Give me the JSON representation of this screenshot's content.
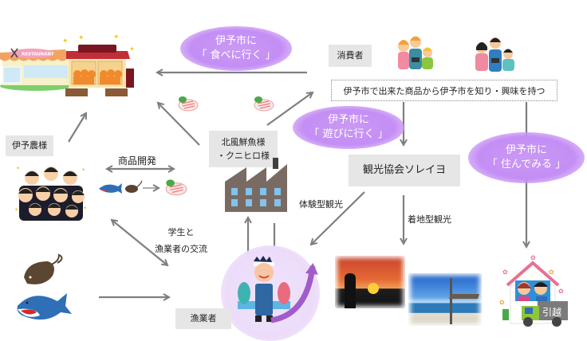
{
  "bubbles": {
    "eat": {
      "line1": "伊予市に",
      "line2": "「 食べに行く 」"
    },
    "play": {
      "line1": "伊予市に",
      "line2": "「 遊びに行く 」"
    },
    "live": {
      "line1": "伊予市に",
      "line2": "「 住んでみる 」"
    }
  },
  "labels": {
    "consumer": "消費者",
    "consumer_interest": "伊予市で出来た商品から伊予市を知り・興味を持つ",
    "iyo_agri": "伊予農様",
    "product_dev": "商品開発",
    "processor_line1": "北風鮮魚様",
    "processor_line2": "・クニヒロ様",
    "tourism_assoc": "観光協会ソレイヨ",
    "experience_tourism": "体験型観光",
    "local_tourism": "着地型観光",
    "exchange_line1": "学生と",
    "exchange_line2": "漁業者の交流",
    "fisherman": "漁業者",
    "moving_truck": "引越",
    "restaurant_sign": "RESTAURANT"
  },
  "icons": {
    "restaurant": "restaurant-illustration",
    "sashimi": "sashimi-plate",
    "family": "tourist-family",
    "students": "cheering-students",
    "shark": "shark",
    "ray": "stingray",
    "factory": "factory",
    "fisherman": "fisherman-with-fish",
    "sunset_photo": "sunset-photo",
    "station_photo": "seaside-station-photo",
    "house_moving": "house-moving-truck"
  },
  "colors": {
    "bubble": "#c48ef5",
    "arrow": "#808080",
    "purple_arrow": "#a25cc9",
    "gray_box": "#e6e6e6"
  }
}
